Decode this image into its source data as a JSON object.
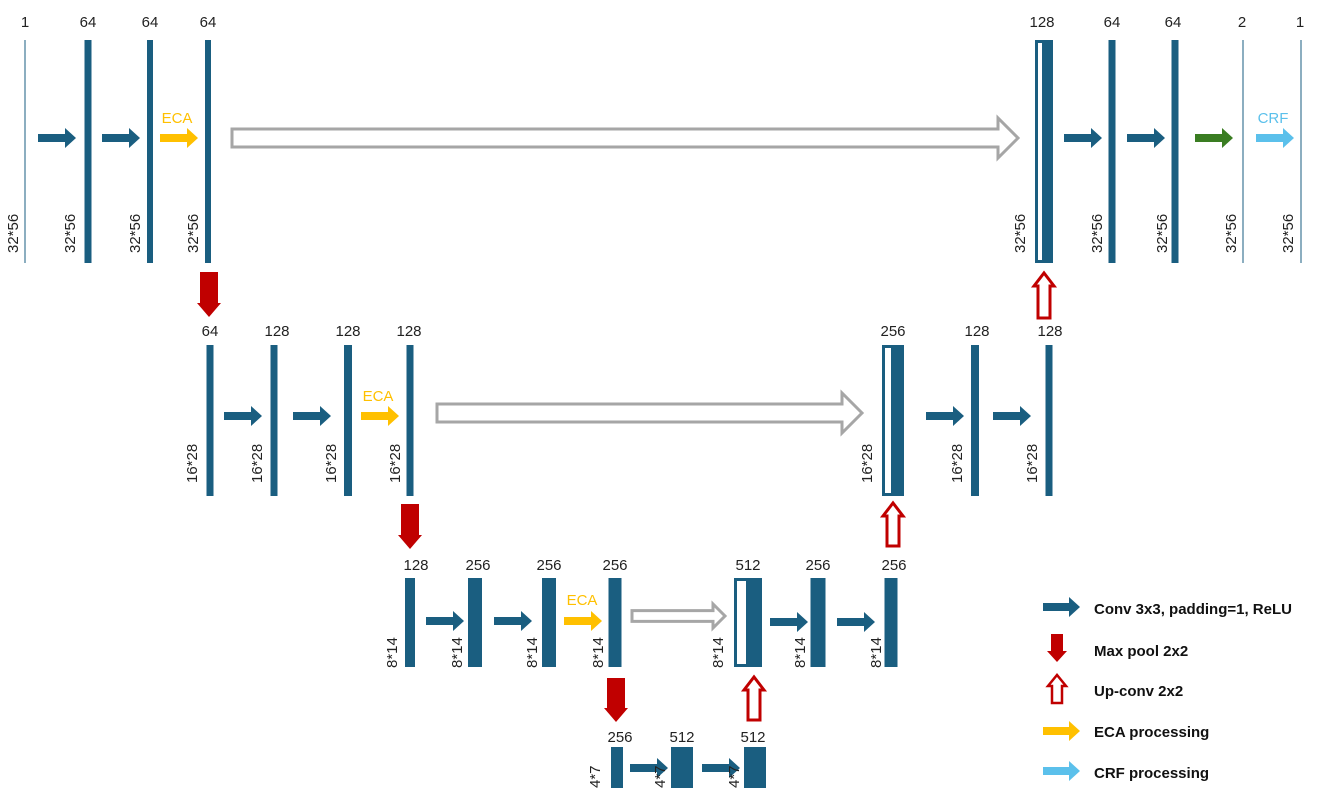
{
  "colors": {
    "feature": "#1A5E80",
    "conv": "#1A5E80",
    "maxpool": "#C00000",
    "upconv": "#C00000",
    "eca": "#FFC000",
    "crf": "#5BC0EB",
    "final_conv": "#3A7D22",
    "skip": "#A6A6A6"
  },
  "levels": {
    "l1": {
      "channels": [
        "1",
        "64",
        "64",
        "64",
        "128",
        "64",
        "64",
        "2",
        "1"
      ],
      "sizes": [
        "32*56",
        "32*56",
        "32*56",
        "32*56",
        "32*56",
        "32*56",
        "32*56",
        "32*56",
        "32*56"
      ]
    },
    "l2": {
      "channels": [
        "64",
        "128",
        "128",
        "128",
        "256",
        "128",
        "128"
      ],
      "sizes": [
        "16*28",
        "16*28",
        "16*28",
        "16*28",
        "16*28",
        "16*28",
        "16*28"
      ]
    },
    "l3": {
      "channels": [
        "128",
        "256",
        "256",
        "256",
        "512",
        "256",
        "256"
      ],
      "sizes": [
        "8*14",
        "8*14",
        "8*14",
        "8*14",
        "8*14",
        "8*14",
        "8*14"
      ]
    },
    "l4": {
      "channels": [
        "256",
        "512",
        "512"
      ],
      "sizes": [
        "4*7",
        "4*7",
        "4*7"
      ]
    }
  },
  "arrow_labels": {
    "eca": "ECA",
    "crf": "CRF"
  },
  "legend": [
    {
      "icon": "conv-arrow-icon",
      "label": "Conv 3x3, padding=1, ReLU"
    },
    {
      "icon": "maxpool-arrow-icon",
      "label": "Max pool 2x2"
    },
    {
      "icon": "upconv-arrow-icon",
      "label": "Up-conv 2x2"
    },
    {
      "icon": "eca-arrow-icon",
      "label": "ECA processing"
    },
    {
      "icon": "crf-arrow-icon",
      "label": "CRF processing"
    }
  ]
}
